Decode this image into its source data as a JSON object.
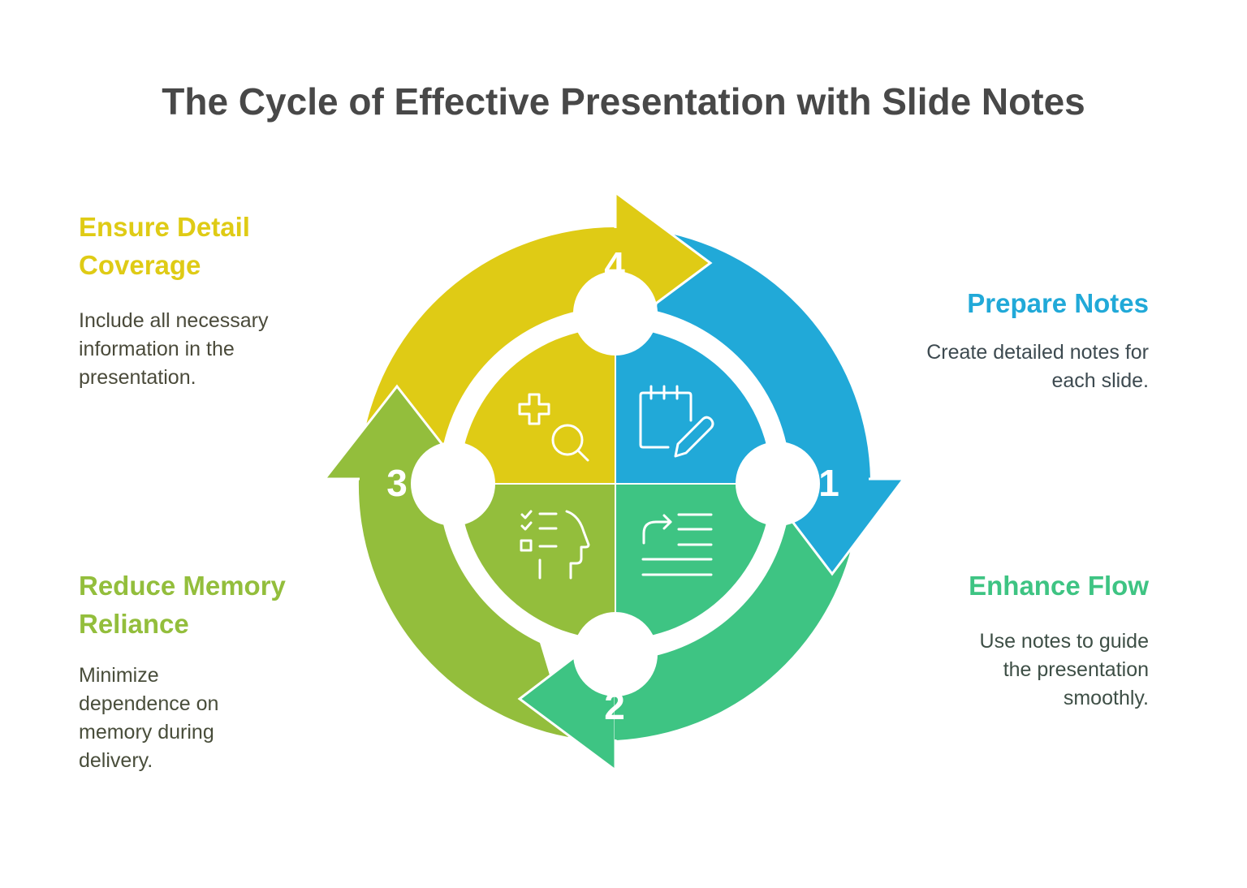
{
  "title": "The Cycle of Effective Presentation with Slide Notes",
  "colors": {
    "step1": "#21a9d8",
    "step2": "#3ec483",
    "step3": "#93be3c",
    "step4": "#dfcb15",
    "title": "#484848"
  },
  "steps": [
    {
      "number": "1",
      "heading": "Prepare Notes",
      "description": "Create detailed notes for each slide.",
      "icon": "notepad-pencil-icon"
    },
    {
      "number": "2",
      "heading": "Enhance Flow",
      "description": "Use notes to guide the presentation smoothly.",
      "icon": "redo-text-lines-icon"
    },
    {
      "number": "3",
      "heading": "Reduce Memory Reliance",
      "description": "Minimize dependence on memory during delivery.",
      "icon": "checklist-head-icon"
    },
    {
      "number": "4",
      "heading": "Ensure Detail Coverage",
      "description": "Include all necessary information in the presentation.",
      "icon": "plus-magnifier-icon"
    }
  ]
}
